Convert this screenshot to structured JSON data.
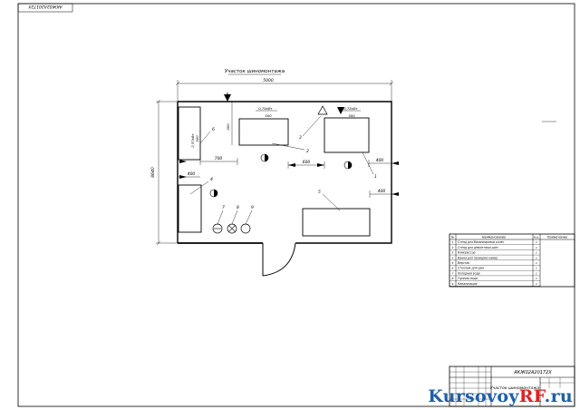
{
  "stamp_top": "АКЖ02А20172Х",
  "room_title": "Участок шиномонтажа",
  "dimensions": {
    "overall_width": "5000",
    "overall_height": "8640",
    "d_700": "700",
    "d_600": "600",
    "d_400a": "400",
    "d_400b": "400",
    "d_400c": "400",
    "d_300": "300",
    "d_500a": "500",
    "d_500b": "500",
    "d_400v": "400"
  },
  "power_labels": {
    "p1": "2,57кВт",
    "p2": "0,75кВт",
    "p3": "0,75кВт"
  },
  "equipment_numbers": [
    "1",
    "2",
    "3",
    "4",
    "5",
    "6",
    "7",
    "8",
    "9"
  ],
  "spec_table": {
    "headers": [
      "№",
      "Наименование",
      "Кол.",
      "Примечание"
    ],
    "rows": [
      {
        "n": "1",
        "name": "Стенд для балансировки колёс",
        "qty": "1"
      },
      {
        "n": "2",
        "name": "Стенд для демонтажа шин",
        "qty": "1"
      },
      {
        "n": "3",
        "name": "Компрессор",
        "qty": "1"
      },
      {
        "n": "4",
        "name": "Ванна для проверки камер",
        "qty": "1"
      },
      {
        "n": "5",
        "name": "Верстак",
        "qty": "1"
      },
      {
        "n": "6",
        "name": "Стеллаж для шин",
        "qty": "1"
      },
      {
        "n": "7",
        "name": "Холодная вода",
        "qty": "1"
      },
      {
        "n": "8",
        "name": "Горячая вода",
        "qty": "1"
      },
      {
        "n": "9",
        "name": "Канализация",
        "qty": "1"
      }
    ]
  },
  "title_block": {
    "code": "АКЖ02А20172Х",
    "name": "Участок шиномонтажа"
  },
  "watermark": {
    "part1": "Kursovoy",
    "part2": "RF",
    "part3": ".ru"
  }
}
